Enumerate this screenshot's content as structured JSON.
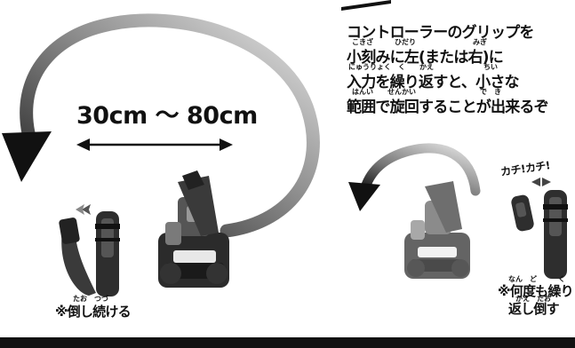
{
  "distance_label": "30cm 〜 80cm",
  "instruction": {
    "furigana_1": "こきざ　　　ひだり　　　　　　　　みぎ",
    "line_1": "コントローラーのグリップを",
    "line_2": "小刻みに左(または右)に",
    "furigana_2": "にゅうりょく　く　　かえ　　　　　　　ちい",
    "line_3": "入力を繰り返すと、小さな",
    "furigana_3": "はんい　　せんかい　　　　　　　　　で　き",
    "line_4": "範囲で旋回することが出来るぞ"
  },
  "note_left": {
    "furigana": "たお　つづ",
    "text": "※倒し続ける"
  },
  "note_right": {
    "furigana_1": "なん　ど　　　く",
    "line_1": "※何度も繰り",
    "furigana_2": "かえ　たお",
    "line_2": "返し倒す"
  },
  "click_label": "カチ!カチ!",
  "colors": {
    "arrow_dark": "#1a1a1a",
    "arrow_light": "#d9d9d9",
    "robot_dark": "#2b2b2b",
    "robot_mid": "#7a7a7a",
    "controller": "#3a3a3a"
  }
}
